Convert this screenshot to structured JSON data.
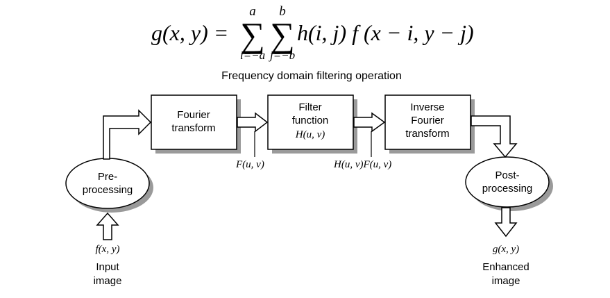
{
  "equation": {
    "lhs": "g(x, y) =",
    "sum1_top": "a",
    "sum1_bottom": "i=−a",
    "sum2_top": "b",
    "sum2_bottom": "j=−b",
    "rhs": "h(i, j) f (x − i, y − j)"
  },
  "caption": "Frequency domain filtering operation",
  "blocks": {
    "fourier": [
      "Fourier",
      "transform"
    ],
    "filter": [
      "Filter",
      "function",
      "H(u, v)"
    ],
    "inverse": [
      "Inverse",
      "Fourier",
      "transform"
    ],
    "preprocessing": [
      "Pre-",
      "processing"
    ],
    "postprocessing": [
      "Post-",
      "processing"
    ]
  },
  "signals": {
    "fuv": "F(u, v)",
    "hf": "H(u, v)F(u, v)",
    "input_fn": "f(x, y)",
    "input_label": [
      "Input",
      "image"
    ],
    "output_fn": "g(x, y)",
    "output_label": [
      "Enhanced",
      "image"
    ]
  }
}
